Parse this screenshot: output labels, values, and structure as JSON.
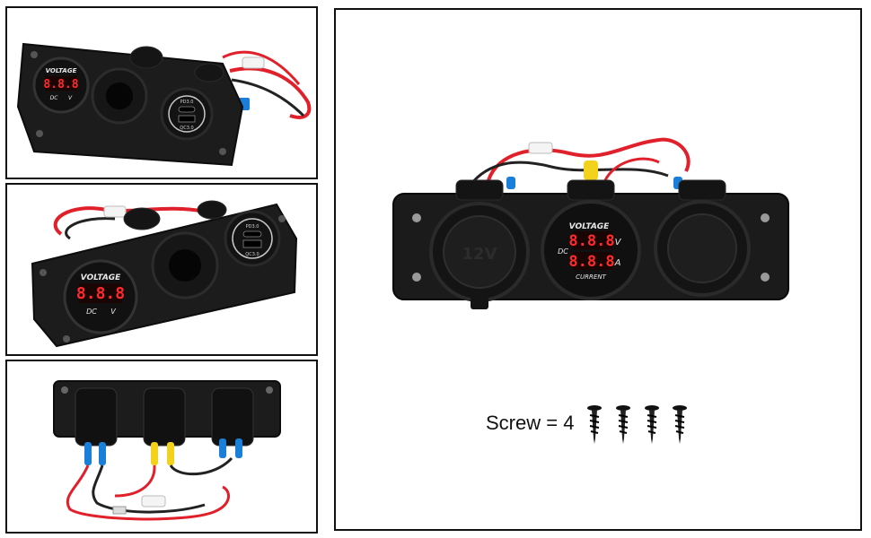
{
  "panel_top_left": {
    "voltage_label": "VOLTAGE",
    "display_digits": "8.8.8",
    "dc_label": "DC",
    "unit_label": "V",
    "usb_labels": [
      "PD3.0",
      "QC3.0"
    ]
  },
  "panel_middle_left": {
    "voltage_label": "VOLTAGE",
    "display_digits": "8.8.8",
    "dc_label": "DC",
    "unit_label": "V",
    "usb_labels": [
      "PD3.0",
      "QC3.0"
    ]
  },
  "panel_main": {
    "voltage_label": "VOLTAGE",
    "volt_digits": "8.8.8",
    "volt_unit": "V",
    "amp_digits": "8.8.8",
    "amp_unit": "A",
    "dc_label": "DC",
    "current_label": "CURRENT",
    "socket_cap_label": "12V"
  },
  "screws": {
    "label": "Screw = 4",
    "count": 4
  },
  "colors": {
    "panel": "#1a1a1a",
    "display_red": "#ff2a2a",
    "wire_red": "#e0202a",
    "terminal_blue": "#1a7fd8",
    "terminal_yellow": "#f2d21a"
  }
}
